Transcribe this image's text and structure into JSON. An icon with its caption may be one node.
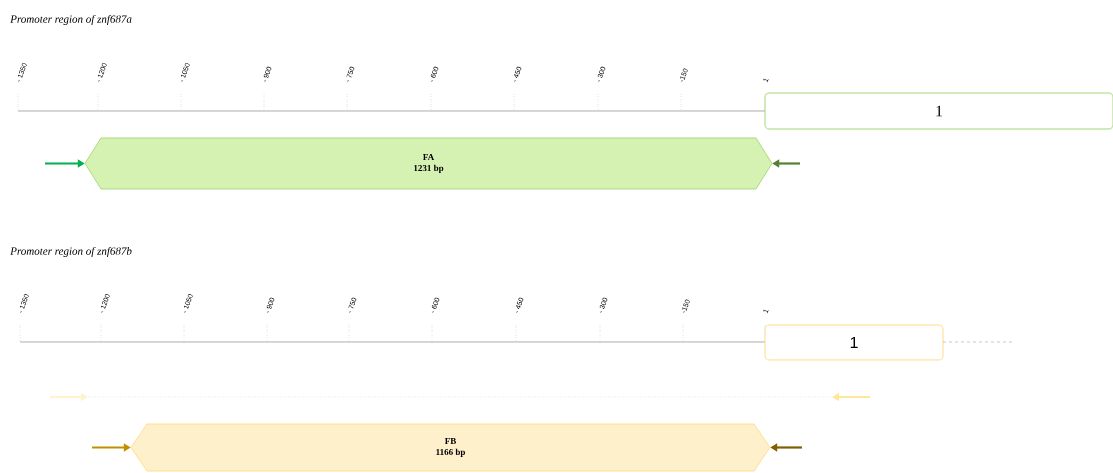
{
  "diagram": {
    "nodes": [
      {
        "text": [
          "1"
        ]
      },
      {
        "text": [
          "FA",
          "1231 bp"
        ]
      },
      {
        "text": [
          "1"
        ]
      },
      {
        "text": [
          "FB",
          "1166 bp"
        ]
      }
    ],
    "edges": [
      {
        "from": null,
        "to": 1,
        "arrow": "to",
        "color": "#00b050"
      },
      {
        "from": null,
        "to": 1,
        "arrow": "to",
        "color": "#538135"
      },
      {
        "from": null,
        "to": 3,
        "arrow": "to",
        "color": "#bf9000"
      },
      {
        "from": null,
        "to": 3,
        "arrow": "to",
        "color": "#7f6000"
      }
    ],
    "labels": [
      "Promoter region of znf687a",
      "- 1350",
      "- 1200",
      "- 1050",
      "- 900",
      "- 750",
      "- 600",
      "- 450",
      "- 300",
      "-150",
      "1",
      "Promoter region of znf687b",
      "- 1350",
      "- 1200",
      "- 1050",
      "- 900",
      "- 750",
      "- 600",
      "- 450",
      "- 300",
      "-150",
      "1"
    ]
  }
}
